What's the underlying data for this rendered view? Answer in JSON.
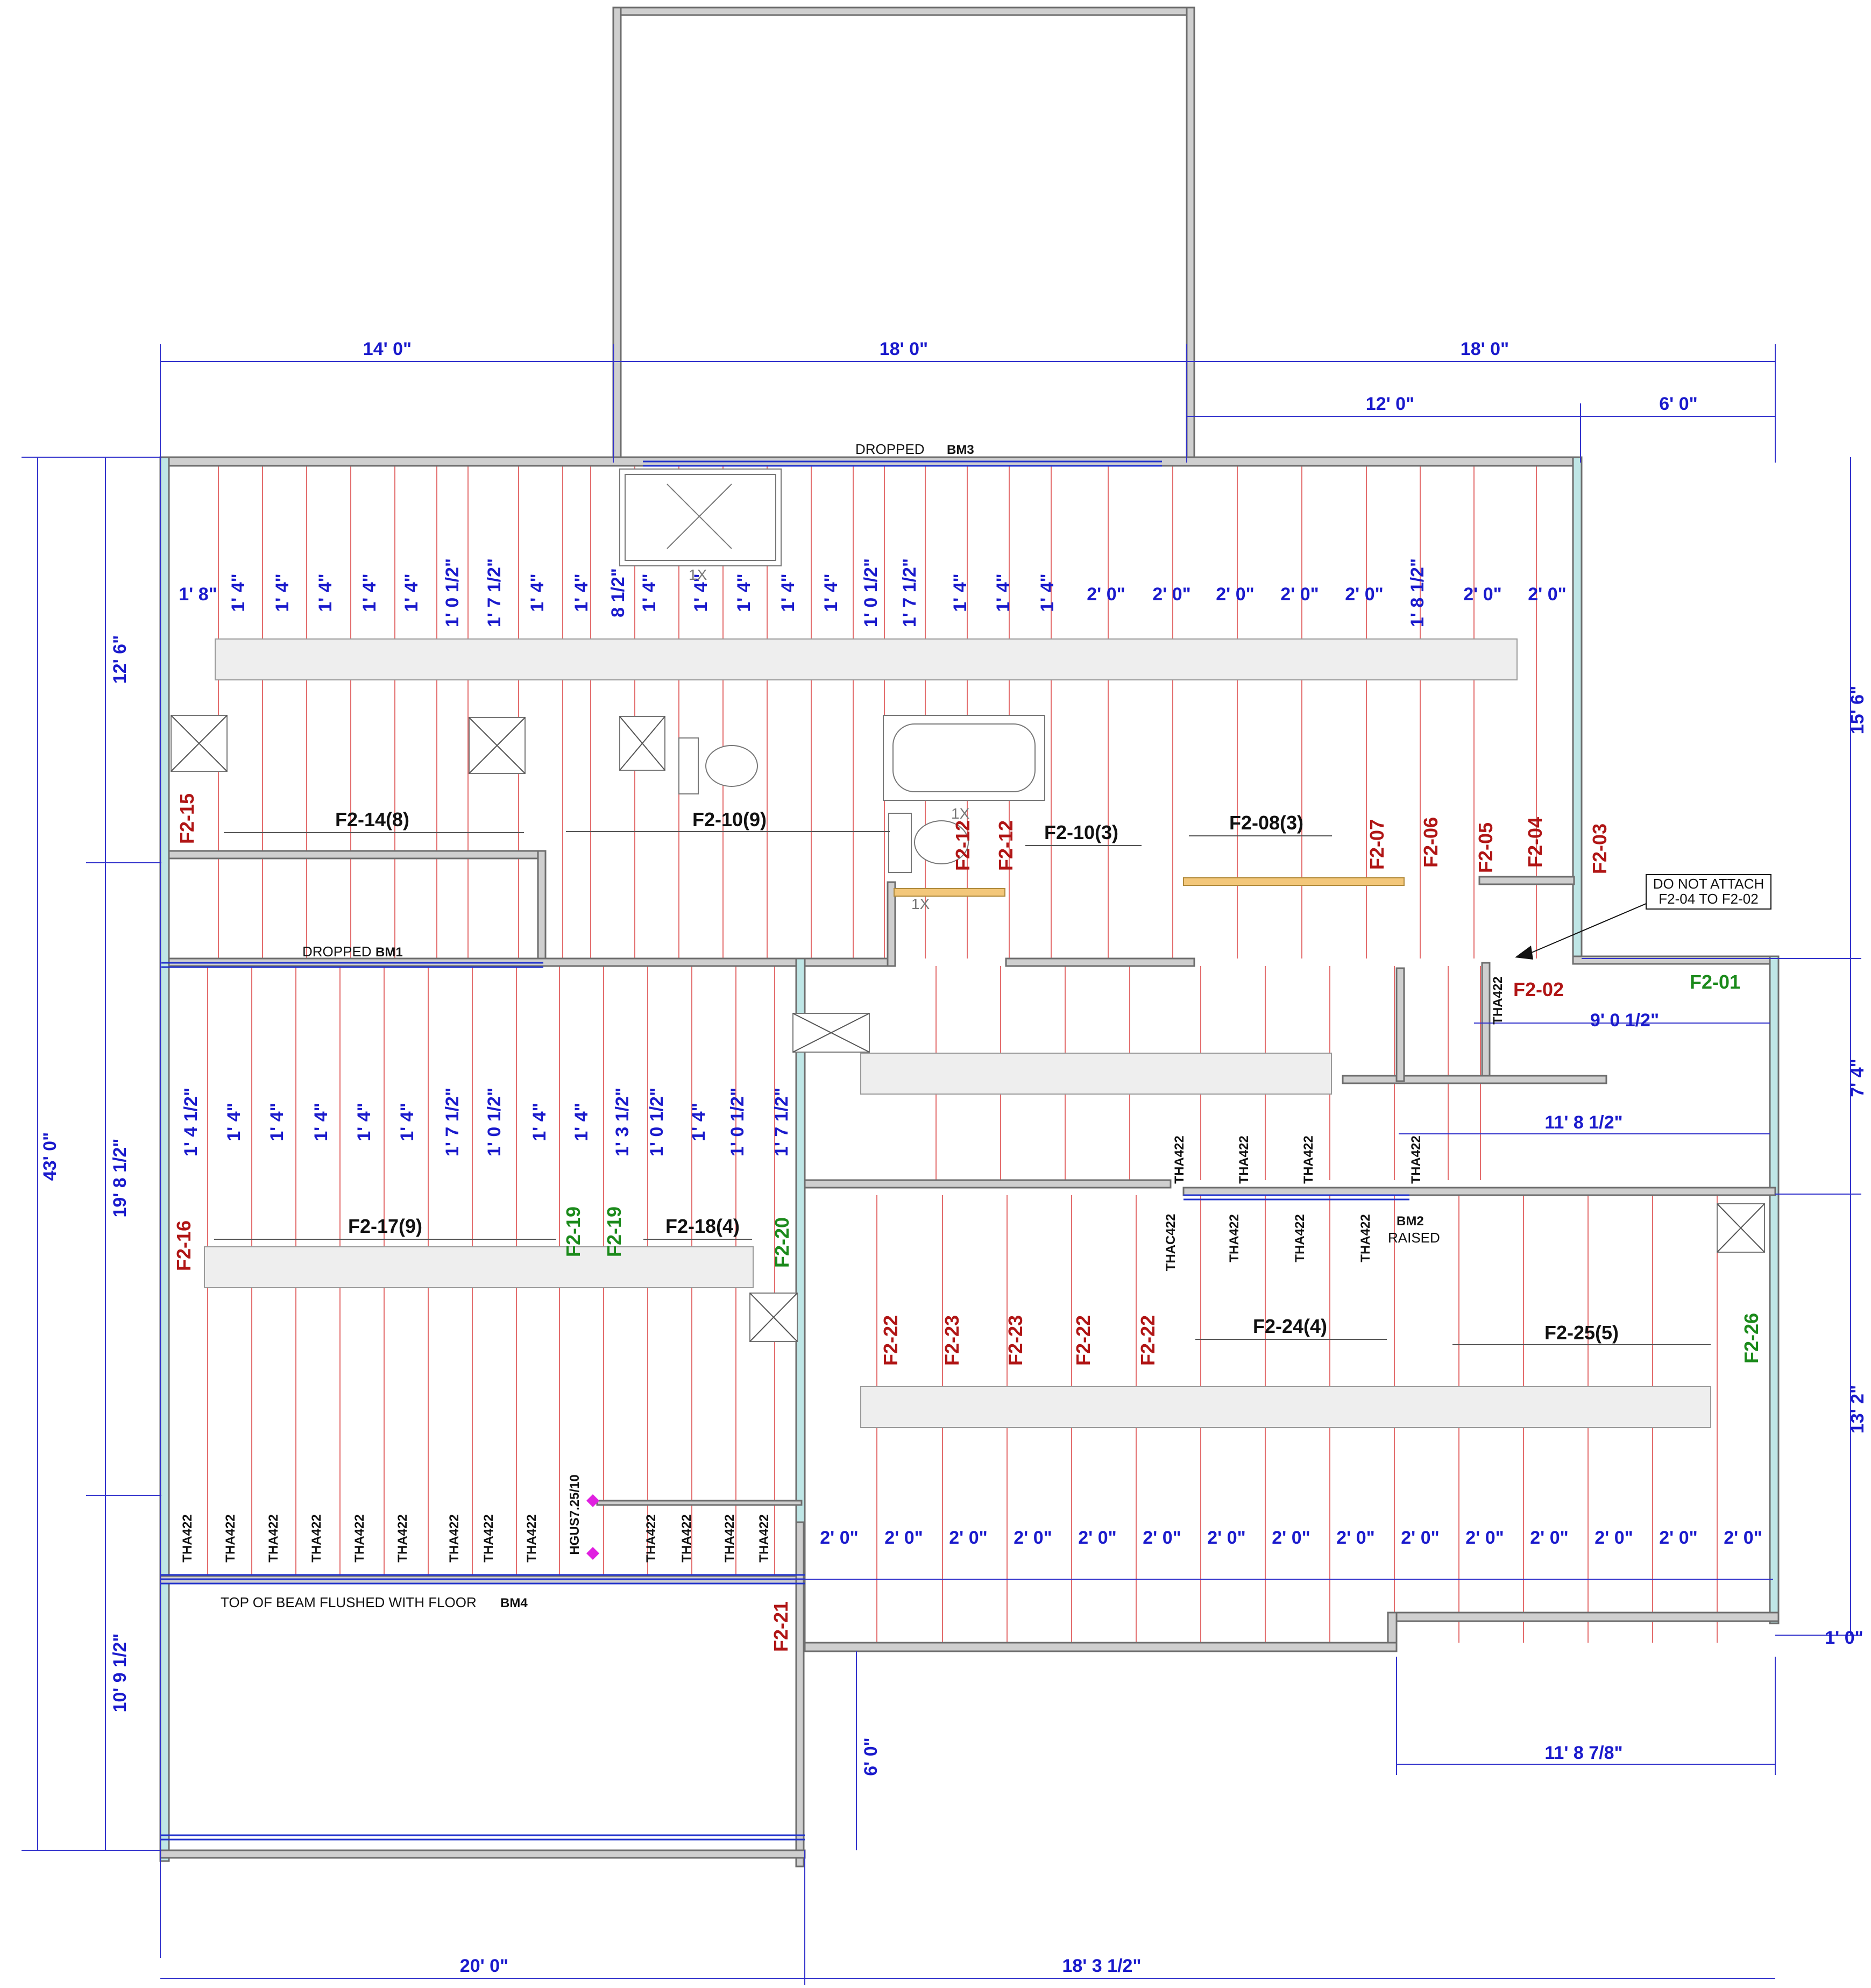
{
  "dimensions": {
    "top": [
      "14' 0\"",
      "18' 0\"",
      "18' 0\"",
      "12' 0\"",
      "6' 0\""
    ],
    "left_outer": [
      "43' 0\""
    ],
    "left_inner": [
      "12' 6\"",
      "19' 8 1/2\"",
      "10' 9 1/2\""
    ],
    "right": [
      "15' 6\"",
      "7' 4\"",
      "13' 2\"",
      "1' 0\""
    ],
    "bottom": [
      "20' 0\"",
      "18' 3 1/2\""
    ],
    "interior": [
      "9' 0 1/2\"",
      "11' 8 1/2\"",
      "11' 8 7/8\"",
      "6' 0\""
    ]
  },
  "spacing": {
    "row1": [
      "1' 8\"",
      "1' 4\"",
      "1' 4\"",
      "1' 4\"",
      "1' 4\"",
      "1' 4\"",
      "1' 0 1/2\"",
      "1' 7 1/2\"",
      "1' 4\"",
      "1' 4\"",
      "8 1/2\"",
      "1' 4\"",
      "1' 4\"",
      "1' 4\"",
      "1' 4\"",
      "1' 4\"",
      "1' 0 1/2\"",
      "1' 7 1/2\"",
      "1' 4\"",
      "1' 4\"",
      "1' 4\"",
      "2' 0\"",
      "2' 0\"",
      "2' 0\"",
      "2' 0\"",
      "2' 0\"",
      "1' 8 1/2\"",
      "2' 0\"",
      "2' 0\""
    ],
    "row2": [
      "1' 4 1/2\"",
      "1' 4\"",
      "1' 4\"",
      "1' 4\"",
      "1' 4\"",
      "1' 4\"",
      "1' 7 1/2\"",
      "1' 0 1/2\"",
      "1' 4\"",
      "1' 4\"",
      "1' 3 1/2\"",
      "1' 0 1/2\"",
      "1' 4\"",
      "1' 0 1/2\"",
      "1' 7 1/2\""
    ],
    "row3": [
      "2' 0\"",
      "2' 0\"",
      "2' 0\"",
      "2' 0\"",
      "2' 0\"",
      "2' 0\"",
      "2' 0\"",
      "2' 0\"",
      "2' 0\"",
      "2' 0\"",
      "2' 0\"",
      "2' 0\"",
      "2' 0\"",
      "2' 0\"",
      "2' 0\""
    ]
  },
  "runs": [
    "F2-14(8)",
    "F2-10(9)",
    "F2-10(3)",
    "F2-08(3)",
    "F2-17(9)",
    "F2-18(4)",
    "F2-24(4)",
    "F2-25(5)"
  ],
  "joists_red": {
    "f2_15": "F2-15",
    "f2_12": "F2-12",
    "f2_07": "F2-07",
    "f2_06": "F2-06",
    "f2_05": "F2-05",
    "f2_04": "F2-04",
    "f2_03": "F2-03",
    "f2_02": "F2-02",
    "f2_16": "F2-16",
    "f2_21": "F2-21",
    "f2_22": "F2-22",
    "f2_23": "F2-23"
  },
  "joists_green": {
    "f2_01": "F2-01",
    "f2_19": "F2-19",
    "f2_20": "F2-20",
    "f2_26": "F2-26"
  },
  "beams": {
    "bm3_prefix": "DROPPED",
    "bm3": "BM3",
    "bm1_prefix": "DROPPED",
    "bm1": "BM1",
    "bm2": "BM2",
    "bm2_suffix": "RAISED",
    "bm4_prefix": "TOP OF BEAM FLUSHED WITH FLOOR",
    "bm4": "BM4"
  },
  "note": {
    "line1": "DO NOT ATTACH",
    "line2": "F2-04 TO F2-02"
  },
  "hangers": {
    "tha": "THA422",
    "thac": "THAC422",
    "hgus": "HGUS7.25/10"
  },
  "marks": {
    "one_x": "1X"
  },
  "colors": {
    "dimension": "#1a1acc",
    "joist_label": "#b01515",
    "green_label": "#1b8a1b",
    "joist_line": "#e36d6d",
    "wall": "#cfcfcf",
    "wall_edge": "#bfe6e6"
  }
}
